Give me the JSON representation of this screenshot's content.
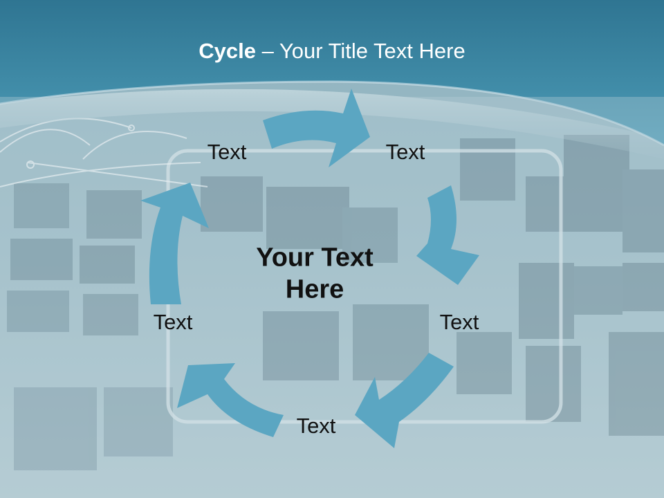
{
  "title": {
    "bold": "Cycle",
    "rest": " – Your Title Text Here"
  },
  "center": {
    "line1": "Your Text",
    "line2": "Here"
  },
  "labels": {
    "top_left": "Text",
    "top_right": "Text",
    "right": "Text",
    "bottom": "Text",
    "left": "Text"
  },
  "colors": {
    "header_blue": "#3f8aa6",
    "arrow_blue": "#5ba6c2",
    "background": "#9bb8c2"
  }
}
